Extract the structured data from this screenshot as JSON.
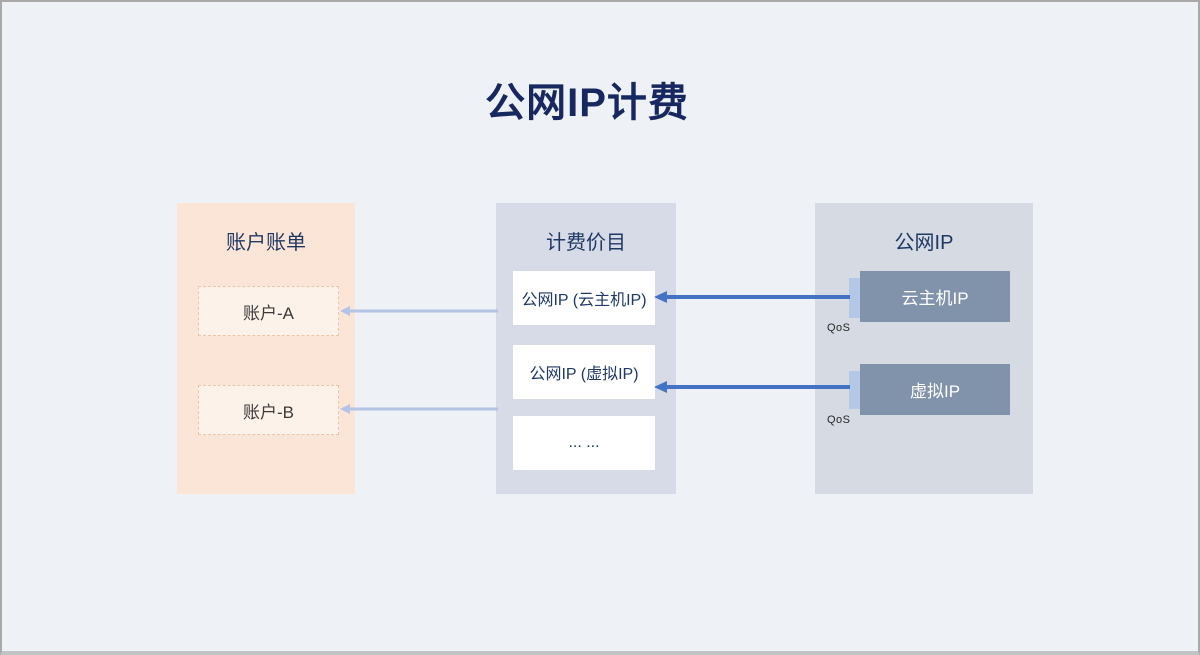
{
  "title": "公网IP计费",
  "groups": {
    "account": {
      "title": "账户账单",
      "items": [
        {
          "label": "账户-A"
        },
        {
          "label": "账户-B"
        }
      ]
    },
    "pricing": {
      "title": "计费价目",
      "items": [
        {
          "label": "公网IP (云主机IP)"
        },
        {
          "label": "公网IP (虚拟IP)"
        },
        {
          "label": "... ..."
        }
      ]
    },
    "public_ip": {
      "title": "公网IP",
      "items": [
        {
          "label": "云主机IP",
          "qos": "QoS"
        },
        {
          "label": "虚拟IP",
          "qos": "QoS"
        }
      ]
    }
  },
  "colors": {
    "background": "#eef1f6",
    "title_text": "#17275f",
    "heading_text": "#1f3864",
    "account_panel_fill": "#fbe5d6",
    "account_item_fill": "#fdf2e9",
    "account_item_border": "#f0c3a5",
    "pricing_panel_fill": "#d7dbe7",
    "public_ip_panel_fill": "#d5dae3",
    "ip_node_fill": "#8193aa",
    "ip_node_text": "#ffffff",
    "qos_tab_fill": "#b4c7e7",
    "arrow_light": "#b5c4e4",
    "arrow_dark": "#4472c4"
  }
}
